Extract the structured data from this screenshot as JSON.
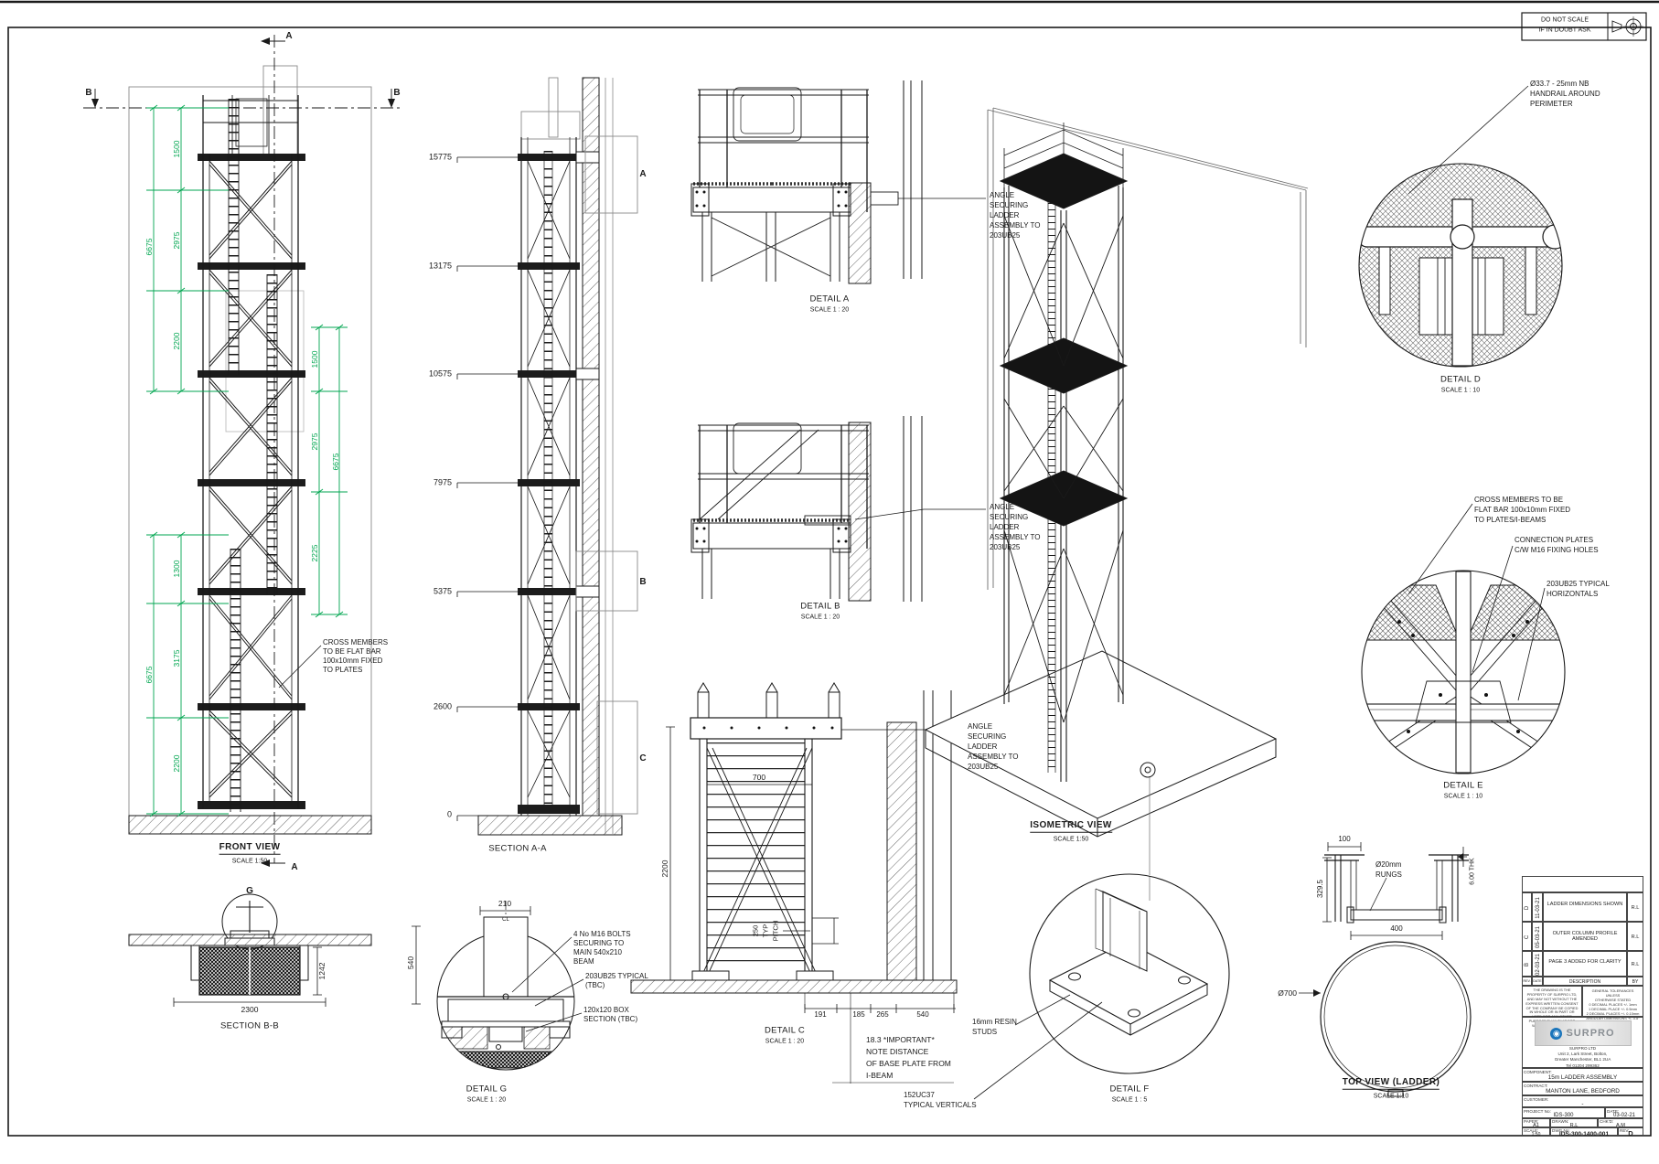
{
  "page": {
    "do_not_scale": [
      "DO NOT SCALE",
      "IF IN DOUBT ASK"
    ]
  },
  "front_view": {
    "title": "FRONT VIEW",
    "scale": "SCALE 1:50",
    "dims": {
      "u1500": "1500",
      "u2975": "2975",
      "u2200": "2200",
      "u6675": "6675",
      "r1500": "1500",
      "r2975": "2975",
      "r2225": "2225",
      "r6675": "6675",
      "l1300": "1300",
      "l3175": "3175",
      "l6675": "6675",
      "l2200": "2200"
    },
    "cross_note": [
      "CROSS MEMBERS",
      "TO BE FLAT BAR",
      "100x10mm FIXED",
      "TO PLATES"
    ],
    "marker_a": "A",
    "marker_b": "B"
  },
  "section_aa": {
    "title": "SECTION A-A",
    "levels": [
      "15775",
      "13175",
      "10575",
      "7975",
      "5375",
      "2600",
      "0"
    ],
    "callouts": [
      "A",
      "B",
      "C"
    ]
  },
  "section_bb": {
    "title": "SECTION B-B",
    "marker_g": "G",
    "d1242": "1242",
    "d2300": "2300"
  },
  "angle_note": [
    "ANGLE",
    "SECURING",
    "LADDER",
    "ASSEMBLY TO",
    "203UB25"
  ],
  "detail_a": {
    "title": "DETAIL A",
    "scale": "SCALE 1 : 20"
  },
  "detail_b": {
    "title": "DETAIL B",
    "scale": "SCALE 1 : 20"
  },
  "detail_c": {
    "title": "DETAIL C",
    "scale": "SCALE 1 : 20",
    "d700": "700",
    "d2200": "2200",
    "pitch": [
      "250",
      "TYP",
      "PITCH"
    ],
    "d191": "191",
    "d185": "185",
    "d265": "265",
    "d540": "540",
    "note": [
      "18.3 *IMPORTANT*",
      "NOTE DISTANCE",
      "OF BASE PLATE FROM",
      "I-BEAM"
    ]
  },
  "detail_d": {
    "title": "DETAIL D",
    "scale": "SCALE 1 : 10",
    "handrail_note": [
      "Ø33.7 - 25mm NB",
      "HANDRAIL AROUND",
      "PERIMETER"
    ]
  },
  "detail_e": {
    "title": "DETAIL E",
    "scale": "SCALE 1 : 10",
    "cross_note": [
      "CROSS MEMBERS TO BE",
      "FLAT BAR 100x10mm FIXED",
      "TO PLATES/I-BEAMS"
    ],
    "plates_note": [
      "CONNECTION PLATES",
      "C/W M16 FIXING HOLES"
    ],
    "horiz_note": [
      "203UB25 TYPICAL",
      "HORIZONTALS"
    ]
  },
  "detail_f": {
    "title": "DETAIL F",
    "scale": "SCALE 1 : 5",
    "resin_note": [
      "16mm RESIN",
      "STUDS"
    ],
    "column_note": [
      "152UC37",
      "TYPICAL VERTICALS"
    ]
  },
  "detail_g": {
    "title": "DETAIL G",
    "scale": "SCALE 1 : 20",
    "d210": "210",
    "d540": "540",
    "cl": "CL",
    "bolts_note": [
      "4 No M16 BOLTS",
      "SECURING TO",
      "MAIN 540x210",
      "BEAM"
    ],
    "ub_note": [
      "203UB25 TYPICAL",
      "(TBC)"
    ],
    "box_note": [
      "120x120 BOX",
      "SECTION (TBC)"
    ]
  },
  "isometric": {
    "title": "ISOMETRIC VIEW",
    "scale": "SCALE 1:50"
  },
  "top_view": {
    "title": "TOP VIEW (LADDER)",
    "scale": "SCALE 1:10",
    "d100": "100",
    "d329": "329.5",
    "d400": "400",
    "thk": "6.00 THK",
    "rungs_note": [
      "Ø20mm",
      "RUNGS"
    ],
    "dia": "Ø700"
  },
  "title_block": {
    "revisions": [
      {
        "rev": "D",
        "date": "11-03-21",
        "desc": "LADDER DIMENSIONS SHOWN",
        "by": "R.L"
      },
      {
        "rev": "C",
        "date": "05-03-21",
        "desc": "OUTER COLUMN PROFILE AMENDED",
        "by": "R.L"
      },
      {
        "rev": "B",
        "date": "02-03-21",
        "desc": "PAGE 3 ADDED FOR CLARITY",
        "by": "R.L"
      }
    ],
    "rev_header": {
      "rev": "REV.",
      "date": "DATE",
      "desc": "DESCRIPTION",
      "by": "BY"
    },
    "property_note": "THE DRAWING IS THE PROPERTY OF SURPRO LTD, AND MAY NOT WITHOUT THE EXPRESS WRITTEN CONSENT OF THE COMPANY BE COPIED IN WHOLE OR IN PART OR USED FOR ANY OTHER PURPOSE THAN THAT FOR WHICH IT IS SUPPLIED.",
    "tolerance_note": [
      "GENERAL TOLERANCES UNLESS",
      "OTHERWISE STATED",
      "0 DECIMAL PLACES +/- 1mm",
      "1 DECIMAL PLACE +/- 0.5mm",
      "2 DECIMAL PLACES +/- 0.10mm",
      "ANGULAR DIMENSIONS +/- 0.5°"
    ],
    "brand": "SURPRO",
    "address": [
      "SURPRO LTD",
      "Unit 2, Lark Street, Bolton,",
      "Greater Manchester, BL1 2UA",
      "Tel 01204 299362"
    ],
    "component": {
      "label": "COMPONENT:",
      "value": "15m LADDER ASSEMBLY"
    },
    "contract": {
      "label": "CONTRACT:",
      "value": "MANTON LANE, BEDFORD"
    },
    "customer": {
      "label": "CUSTOMER:",
      "value": "-"
    },
    "project": {
      "label": "PROJECT No:",
      "value": "IDS-300"
    },
    "date": {
      "label": "DATE:",
      "value": "03-02-21"
    },
    "paper": {
      "label": "PAPER:",
      "value": "A1"
    },
    "drawn": {
      "label": "DRAWN:",
      "value": "R.L"
    },
    "chkd": {
      "label": "CHK'D:",
      "value": "A.M"
    },
    "scale": {
      "label": "SCALE:",
      "value": "1:50"
    },
    "dwg": {
      "label": "DWG No:",
      "value": "IDS-300-1400-001"
    },
    "rev": {
      "label": "REV:",
      "value": "D"
    }
  },
  "colors": {
    "dim_green": "#00A650",
    "line": "#1a1a1a"
  }
}
